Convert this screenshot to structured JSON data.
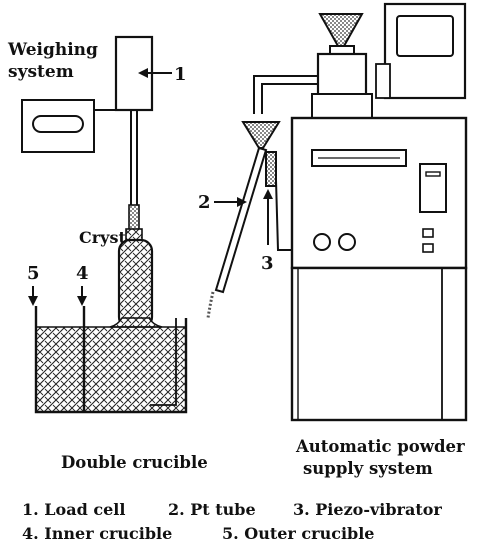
{
  "labels": {
    "weighing_line1": "Weighing",
    "weighing_line2": "system",
    "crystal": "Crystal",
    "double_crucible": "Double crucible",
    "auto_line1": "Automatic powder",
    "auto_line2": "supply system"
  },
  "callouts": {
    "n1": "1",
    "n2": "2",
    "n3": "3",
    "n4": "4",
    "n5": "5"
  },
  "legend": {
    "row1": [
      "1. Load cell",
      "2. Pt tube",
      "3. Piezo-vibrator"
    ],
    "row2": [
      "4. Inner crucible",
      "5. Outer crucible"
    ]
  }
}
